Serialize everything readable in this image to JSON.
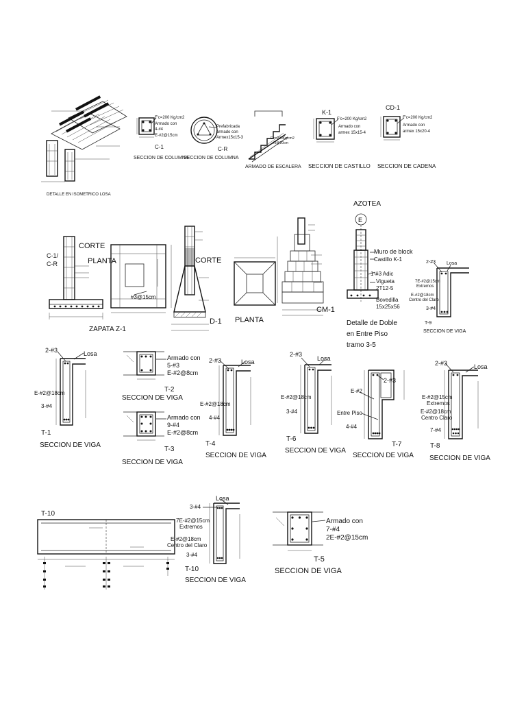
{
  "row1": {
    "isometrico_caption": "DETALLE EN ISOMETRICO LOSA",
    "columna": {
      "spec1": "F'c=200 Kg/cm2",
      "spec2": "Armado con",
      "spec3": "4-#4",
      "spec4": "E-#2@15cm",
      "id": "C-1",
      "caption": "SECCION DE COLUMNA"
    },
    "columna_r": {
      "spec1": "Prefabricada",
      "spec2": "armado con",
      "spec3": "Armex15x15-3",
      "id": "C-R",
      "caption": "SECCION DE COLUMNA"
    },
    "escalera": {
      "spec1": "F'c=200Kg/cm2",
      "spec2": "#3@20cm",
      "caption": "ARMADO DE ESCALERA"
    },
    "castillo": {
      "id": "K-1",
      "spec1": "F'c=200 Kg/cm2",
      "spec2": "Armado con",
      "spec3": "armex 15x15-4",
      "caption": "SECCION DE CASTILLO"
    },
    "cadena": {
      "id": "CD-1",
      "spec1": "F'c=200 Kg/cm2",
      "spec2": "Armado con",
      "spec3": "armex 15x20-4",
      "caption": "SECCION DE CADENA"
    }
  },
  "row2": {
    "zapata": {
      "lbl_c1": "C-1/",
      "lbl_cr": "C-R",
      "corte": "CORTE",
      "planta": "PLANTA",
      "spec": "#3@15cm",
      "caption": "ZAPATA Z-1"
    },
    "dado": {
      "corte": "CORTE",
      "id": "D-1",
      "planta": "PLANTA"
    },
    "cimiento": {
      "id": "CM-1"
    },
    "azotea": {
      "title": "AZOTEA",
      "marker": "E",
      "muro": "Muro de block",
      "castillo": "Castillo K-1",
      "adic": "1-#3 Adic",
      "vigueta": "Vigueta",
      "vig_spec": "2T12-5",
      "bovedilla": "Bovedilla",
      "bov_spec": "15x25x56",
      "cap1": "Detalle de Doble",
      "cap2": "en Entre Piso",
      "cap3": "tramo 3-5"
    },
    "t9": {
      "top": "2-#3",
      "losa": "Losa",
      "est1": "7E-#2@15cm",
      "est2": "Extremos",
      "est3": "E-#2@18cm",
      "est4": "Centro del Claro",
      "bot": "3-#4",
      "id": "T-9",
      "caption": "SECCION DE VIGA"
    }
  },
  "row3": {
    "t1": {
      "top": "2-#3",
      "losa": "Losa",
      "est": "E-#2@18cm",
      "bot": "3-#4",
      "id": "T-1",
      "caption": "SECCION DE VIGA"
    },
    "t2": {
      "arm1": "Armado con",
      "arm2": "5-#3",
      "arm3": "E-#2@8cm",
      "caption": "SECCION DE VIGA",
      "id": "T-2"
    },
    "t3": {
      "arm1": "Armado con",
      "arm2": "9-#4",
      "arm3": "E-#2@8cm",
      "caption": "SECCION DE VIGA",
      "id": "T-3"
    },
    "t4": {
      "top": "2-#3",
      "losa": "Losa",
      "est": "E-#2@18cm",
      "bot": "4-#4",
      "id": "T-4",
      "caption": "SECCION DE VIGA"
    },
    "t6": {
      "top": "2-#3",
      "losa": "Losa",
      "est": "E-#2@18cm",
      "bot": "3-#4",
      "id": "T-6",
      "caption": "SECCION DE VIGA"
    },
    "t7": {
      "top": "2-#3",
      "est": "E-#2",
      "entre": "Entre Piso",
      "bot": "4-#4",
      "id": "T-7",
      "caption": "SECCION DE VIGA"
    },
    "t8": {
      "top": "2-#3",
      "losa": "Losa",
      "est1": "E-#2@15cm",
      "est2": "Extremos",
      "est3": "E-#2@18cm",
      "est4": "Centro Claro",
      "bot": "7-#4",
      "id": "T-8",
      "caption": "SECCION DE VIGA"
    }
  },
  "row4": {
    "t10_elev": {
      "id": "T-10"
    },
    "t10": {
      "losa": "Losa",
      "top": "3-#4",
      "est1": "7E-#2@15cm",
      "est2": "Extremos",
      "est3": "E-#2@18cm",
      "est4": "Centro del Claro",
      "bot": "3-#4",
      "id": "T-10",
      "caption": "SECCION DE VIGA"
    },
    "t5": {
      "arm1": "Armado con",
      "arm2": "7-#4",
      "arm3": "2E-#2@15cm",
      "id": "T-5",
      "caption": "SECCION DE VIGA"
    }
  }
}
